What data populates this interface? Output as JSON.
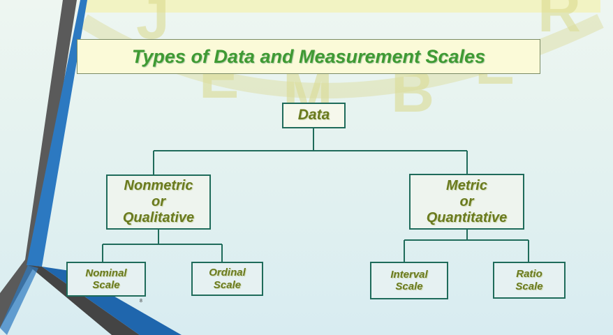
{
  "slide": {
    "title": "Types of Data and Measurement  Scales",
    "page_number": "8"
  },
  "diagram": {
    "root": "Data",
    "branches": [
      {
        "label": "Nonmetric\nor\nQualitative",
        "children": [
          "Nominal\nScale",
          "Ordinal\nScale"
        ]
      },
      {
        "label": "Metric\nor\nQuantitative",
        "children": [
          "Interval\nScale",
          "Ratio\nScale"
        ]
      }
    ]
  },
  "watermark": {
    "text": "JEMBER"
  },
  "colors": {
    "title_text": "#3f9a33",
    "title_box_fill": "#fbfad8",
    "node_text": "#6a7a1e",
    "node_border": "#1f6b5a",
    "connector": "#1f6b5a",
    "watermark": "#d9d98a",
    "deco_blue": "#1f66ad",
    "deco_dark": "#4a4a4a"
  }
}
